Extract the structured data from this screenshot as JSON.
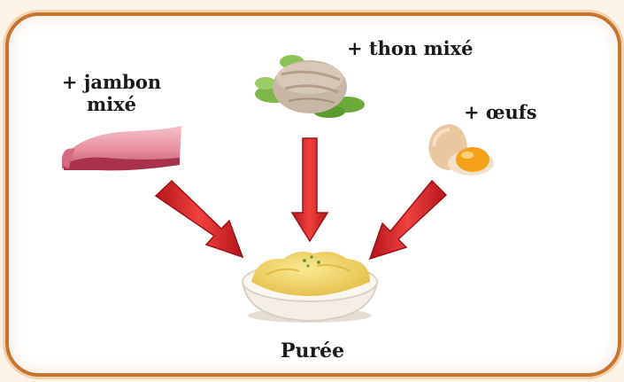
{
  "labels": {
    "jambon": "+ jambon\nmixé",
    "thon": "+ thon mixé",
    "oeufs": "+ œufs",
    "puree": "Purée"
  },
  "colors": {
    "frame": "#c7752e",
    "arrow": "#e0282a",
    "arrow_dark": "#a5141a",
    "puree": "#f2d96a",
    "bowl": "#f4eee6",
    "ham": "#e58a9f",
    "tuna": "#c9b7a6",
    "lettuce": "#7fb64a",
    "yolk": "#f4a21a",
    "shell": "#e9c7a1"
  },
  "icons": [
    "ham-image",
    "tuna-image",
    "eggs-image",
    "puree-bowl-image",
    "arrow-icon"
  ]
}
